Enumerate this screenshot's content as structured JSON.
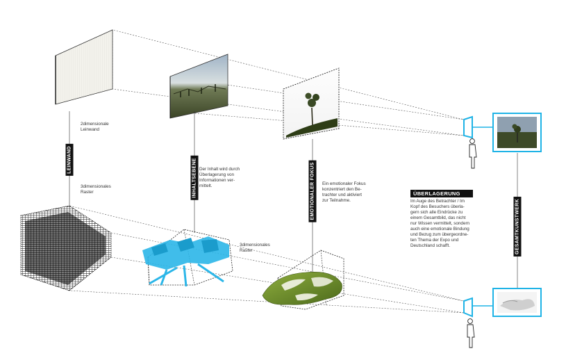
{
  "labels": {
    "leinwand": "LEINWAND",
    "inhaltsebene": "INHALTSEBENE",
    "emotionaler_fokus": "EMOTIONALER FOKUS",
    "gesamtkunstwerk": "GESAMTKUNSTWERK",
    "ueberlagerung": "ÜBERLAGERUNG"
  },
  "texts": {
    "leinwand_2d": "2dimensionale\nLeinwand",
    "raster_3d_left": "3dimensionales\nRaster",
    "inhalt_desc": "Der Inhalt wird durch\nÜberlagerung von\nInformationen ver-\nmittelt.",
    "raster_3d_mid": "3dimensionales\nRaster",
    "fokus_desc": "Ein emotionaler Fokus\nkonzentriert den Be-\ntrachter und aktiviert\nzur Teilnahme.",
    "ueberlagerung_desc": "Im Auge des Betrachter / Im\nKopf des Besuchers überla-\ngern sich alle Eindrücke zu\neinem Gesamtbild, das nicht\nnur Wissen vermittelt, sondern\nauch eine emotionale Bindung\nund Bezug zum übergeordne-\nten Thema der Expo und\nDeutschland schafft."
  },
  "colors": {
    "accent_cyan": "#1fb3e6",
    "label_bg": "#111111",
    "canvas_white": "#f1f0ea",
    "green_form": "#6d8f2c"
  },
  "icons": [
    "viewer-figure-icon",
    "viewer-figure-icon"
  ]
}
